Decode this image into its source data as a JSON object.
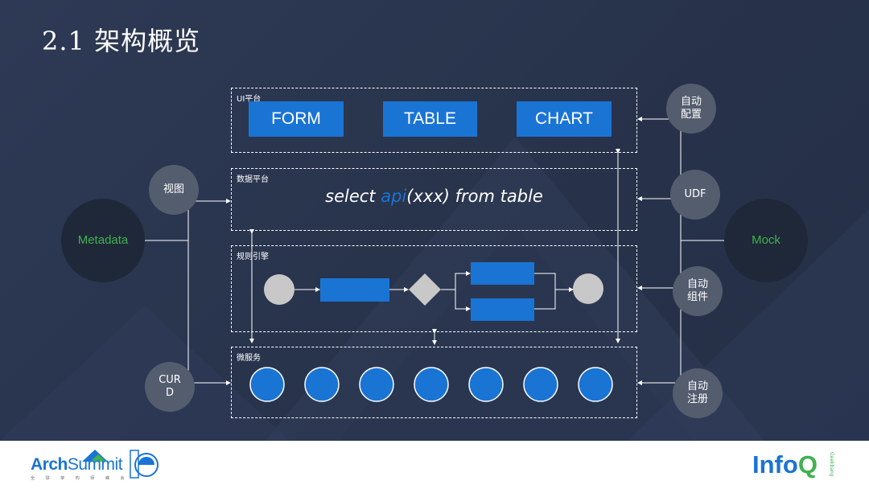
{
  "title": "2.1 架构概览",
  "ui_platform": {
    "label": "UI平台",
    "buttons": [
      "FORM",
      "TABLE",
      "CHART"
    ]
  },
  "data_platform": {
    "label": "数据平台",
    "sql_prefix": "select ",
    "sql_api": "api",
    "sql_suffix": "(xxx) from table"
  },
  "rule_engine": {
    "label": "规则引擎"
  },
  "microservice": {
    "label": "微服务",
    "node_count": 7
  },
  "left": {
    "view": "视图",
    "metadata": "Metadata",
    "curd": "CUR\nD"
  },
  "right": {
    "auto_config": "自动\n配置",
    "udf": "UDF",
    "mock": "Mock",
    "auto_component": "自动\n组件",
    "auto_register": "自动\n注册"
  },
  "footer": {
    "left_logo_main": "Arch",
    "left_logo_accent": "Summit",
    "left_logo_sub": "全 球 架 构 师 峰 会",
    "right_logo_main": "Info",
    "right_logo_q": "Q",
    "right_logo_sub": "Geekbang"
  },
  "colors": {
    "accent_blue": "#1a74d4",
    "green": "#3fb24f",
    "background": "#2c3851"
  }
}
